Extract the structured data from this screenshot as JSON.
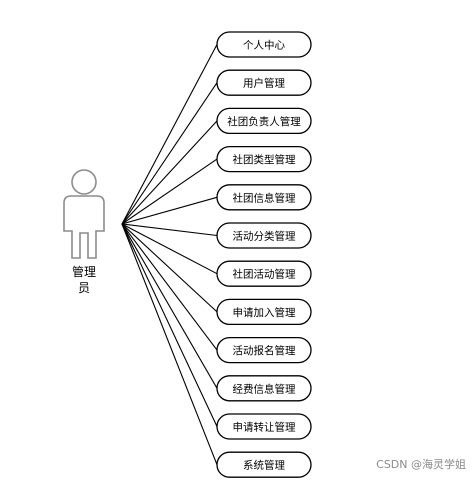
{
  "actor": {
    "name_line1": "管理",
    "name_line2": "员",
    "icon": "person-icon"
  },
  "use_cases": [
    "个人中心",
    "用户管理",
    "社团负责人管理",
    "社团类型管理",
    "社团信息管理",
    "活动分类管理",
    "社团活动管理",
    "申请加入管理",
    "活动报名管理",
    "经费信息管理",
    "申请转让管理",
    "系统管理"
  ],
  "watermark": "CSDN @海灵学姐",
  "colors": {
    "stroke": "#000000",
    "actor_stroke": "#8c8c8c",
    "watermark": "#8a8a8a"
  }
}
